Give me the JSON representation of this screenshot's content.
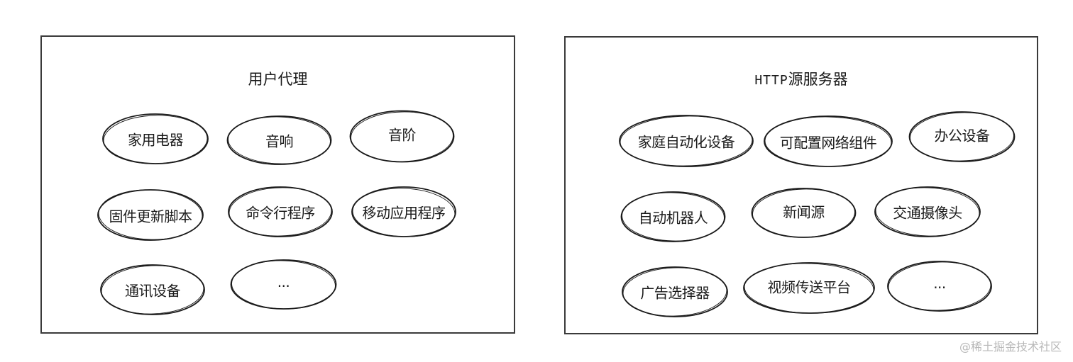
{
  "colors": {
    "stroke": "#1a1a1a",
    "border": "#3a3a3a",
    "watermark": "#b8b8b8"
  },
  "left_panel": {
    "title": "用户代理",
    "nodes": [
      {
        "label": "家用电器"
      },
      {
        "label": "音响"
      },
      {
        "label": "音阶"
      },
      {
        "label": "固件更新脚本"
      },
      {
        "label": "命令行程序"
      },
      {
        "label": "移动应用程序"
      },
      {
        "label": "通讯设备"
      },
      {
        "label": "..."
      }
    ]
  },
  "right_panel": {
    "title_prefix": "HTTP",
    "title_suffix": "源服务器",
    "nodes": [
      {
        "label": "家庭自动化设备"
      },
      {
        "label": "可配置网络组件"
      },
      {
        "label": "办公设备"
      },
      {
        "label": "自动机器人"
      },
      {
        "label": "新闻源"
      },
      {
        "label": "交通摄像头"
      },
      {
        "label": "广告选择器"
      },
      {
        "label": "视频传送平台"
      },
      {
        "label": "..."
      }
    ]
  },
  "watermark": "@稀土掘金技术社区"
}
